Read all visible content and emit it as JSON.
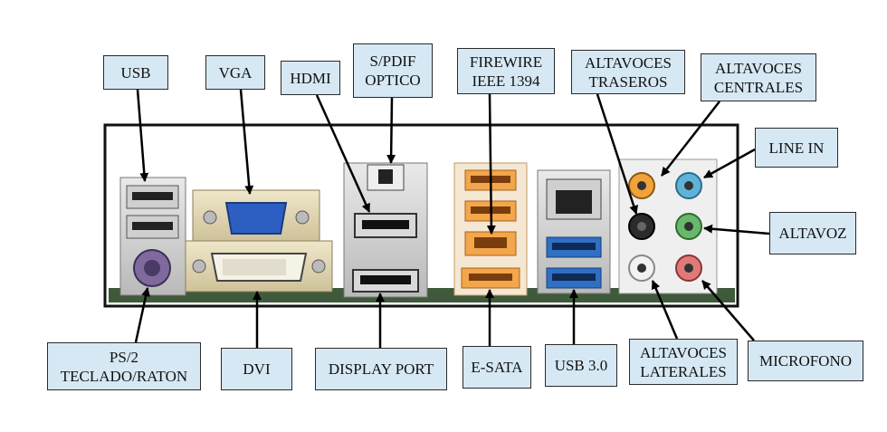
{
  "labels": {
    "usb": "USB",
    "vga": "VGA",
    "hdmi": "HDMI",
    "spdif_line1": "S/PDIF",
    "spdif_line2": "OPTICO",
    "firewire_line1": "FIREWIRE",
    "firewire_line2": "IEEE 1394",
    "rear_line1": "ALTAVOCES",
    "rear_line2": "TRASEROS",
    "center_line1": "ALTAVOCES",
    "center_line2": "CENTRALES",
    "line_in": "LINE IN",
    "speaker": "ALTAVOZ",
    "ps2_line1": "PS/2",
    "ps2_line2": "TECLADO/RATON",
    "dvi": "DVI",
    "displayport": "DISPLAY PORT",
    "esata": "E-SATA",
    "usb3": "USB 3.0",
    "side_line1": "ALTAVOCES",
    "side_line2": "LATERALES",
    "mic": "MICROFONO"
  },
  "colors": {
    "label_fill": "#d6e8f4",
    "panel_border": "#111111",
    "firewire": "#f3a64a",
    "usb3": "#2f6fc4",
    "jack_orange": "#f2a23a",
    "jack_blue": "#5fb3d9",
    "jack_black": "#2b2b2b",
    "jack_green": "#66b96a",
    "jack_white": "#f2f2f2",
    "jack_pink": "#e07a7a"
  }
}
